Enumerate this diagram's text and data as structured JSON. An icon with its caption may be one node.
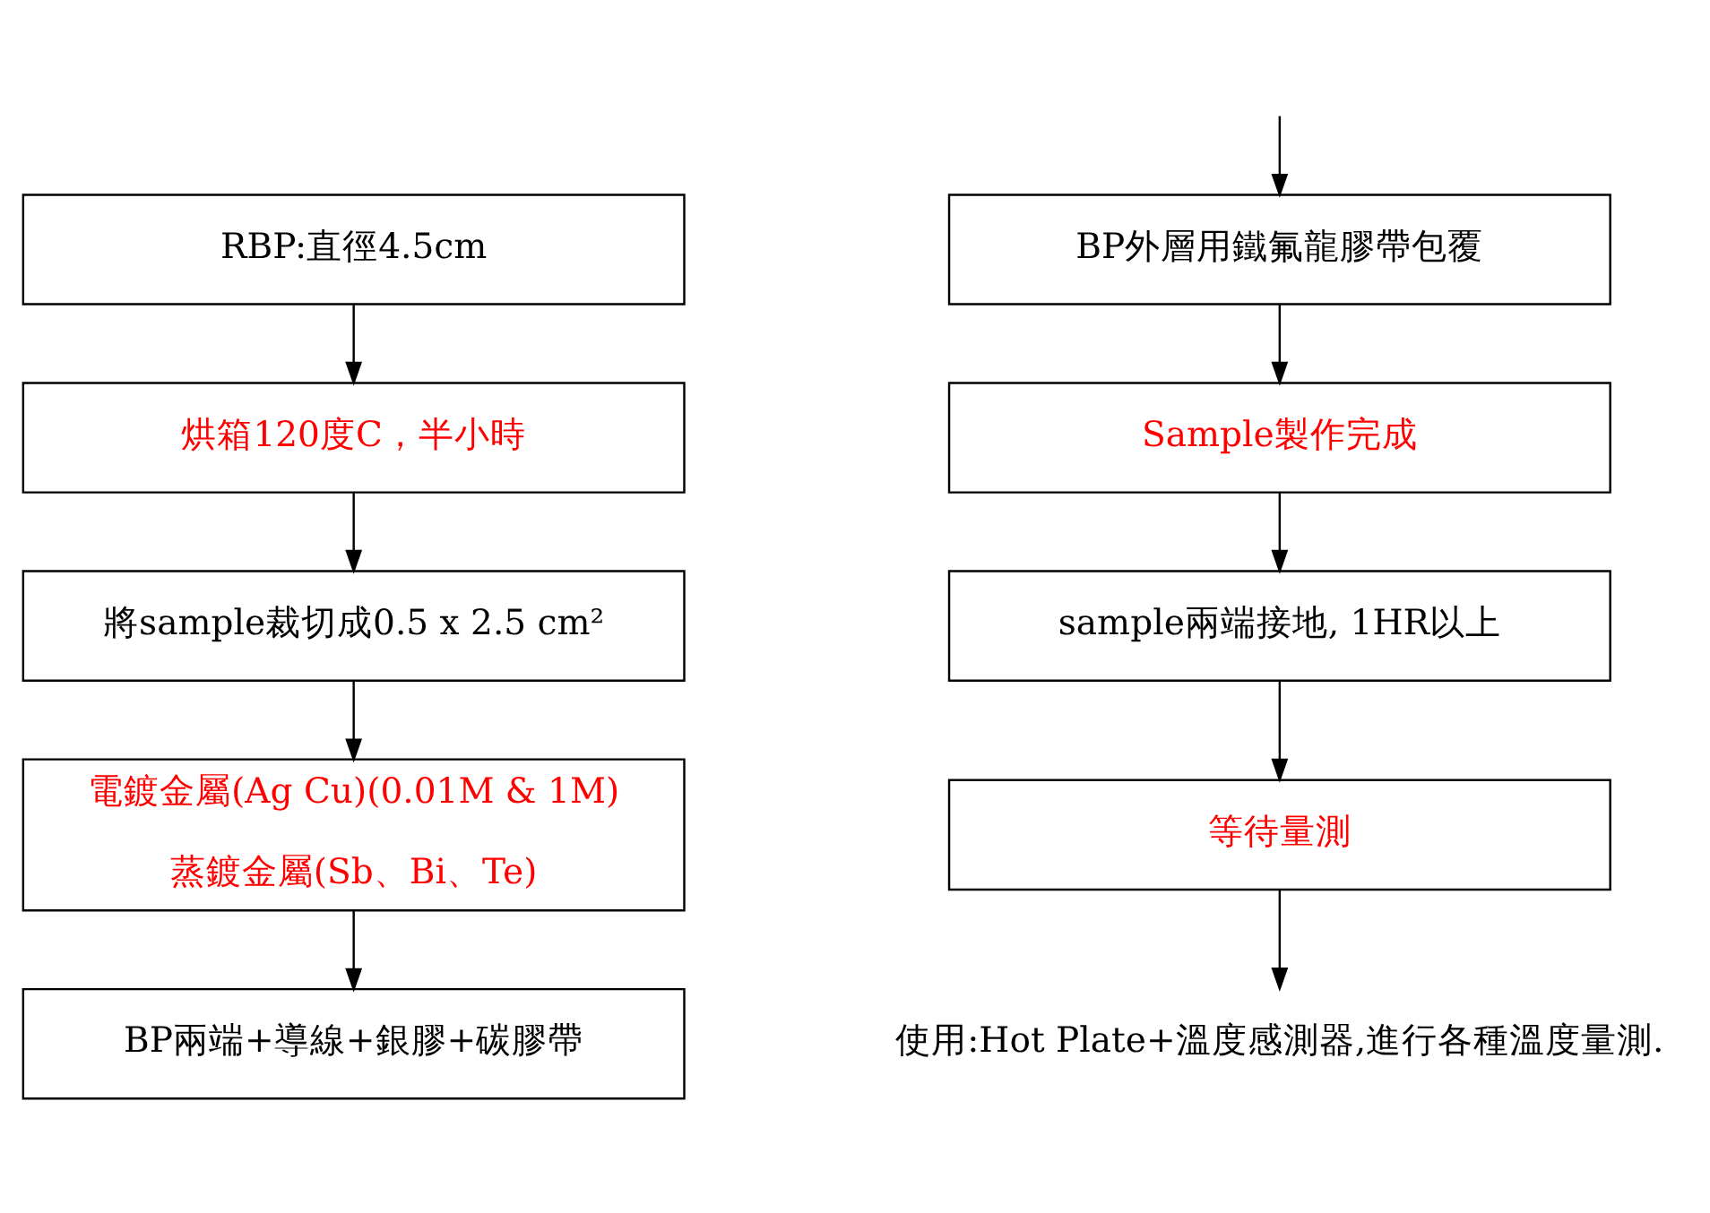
{
  "diagram": {
    "nodes": [
      {
        "text": [
          "RBP:直徑4.5cm"
        ]
      },
      {
        "text": [
          "烘箱120度C，半小時"
        ]
      },
      {
        "text": [
          "將sample裁切成0.5 x 2.5 cm²"
        ]
      },
      {
        "text": [
          "電鍍金屬(Ag Cu)(0.01M & 1M)",
          "蒸鍍金屬(Sb、Bi、Te)"
        ]
      },
      {
        "text": [
          "BP兩端+導線+銀膠+碳膠帶"
        ]
      },
      {
        "text": [
          "BP外層用鐵氟龍膠帶包覆"
        ]
      },
      {
        "text": [
          "Sample製作完成"
        ]
      },
      {
        "text": [
          "sample兩端接地, 1HR以上"
        ]
      },
      {
        "text": [
          "等待量測"
        ]
      },
      {
        "text": [
          "使用:Hot Plate+溫度感測器,進行各種溫度量測."
        ]
      }
    ],
    "edges": [
      {
        "from": 0,
        "to": 1,
        "arrow": "to"
      },
      {
        "from": 1,
        "to": 2,
        "arrow": "to"
      },
      {
        "from": 2,
        "to": 3,
        "arrow": "to"
      },
      {
        "from": 3,
        "to": 4,
        "arrow": "to"
      },
      {
        "from": null,
        "to": 5,
        "arrow": "to"
      },
      {
        "from": 5,
        "to": 6,
        "arrow": "to"
      },
      {
        "from": 6,
        "to": 7,
        "arrow": "to"
      },
      {
        "from": 7,
        "to": 8,
        "arrow": "to"
      },
      {
        "from": 8,
        "to": 9,
        "arrow": "to"
      }
    ]
  }
}
